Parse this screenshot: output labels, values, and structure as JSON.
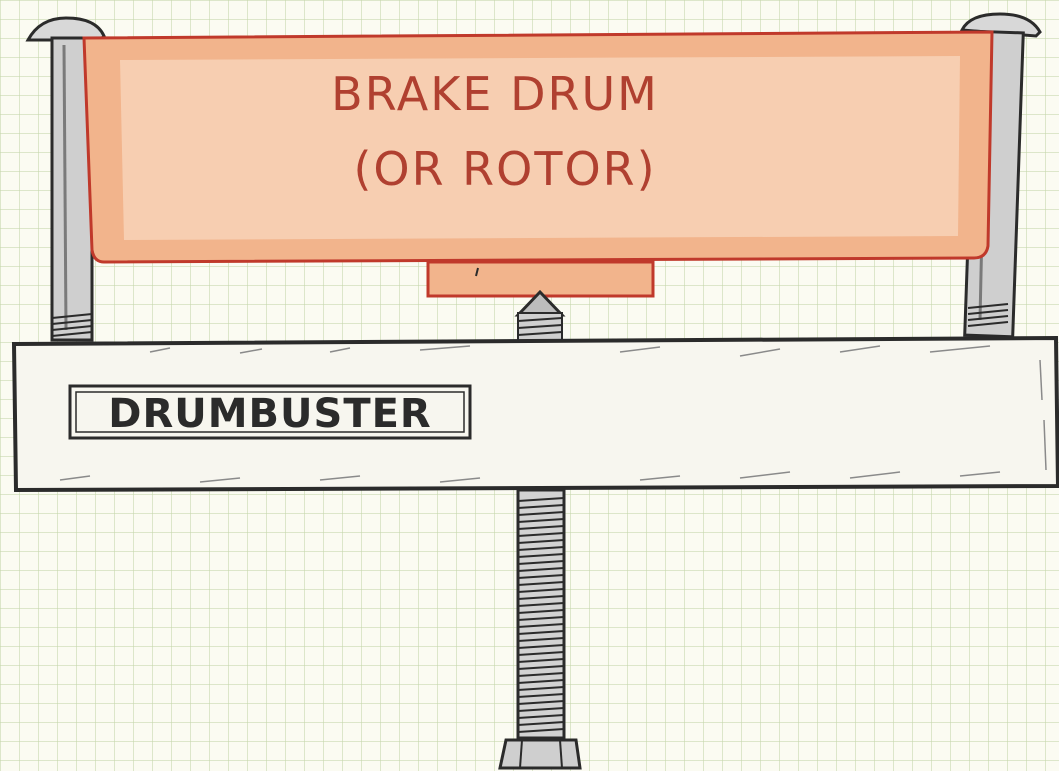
{
  "diagram": {
    "drum_label_line1": "BRAKE DRUM",
    "drum_label_line2": "(OR ROTOR)",
    "tool_label": "DRUMBUSTER"
  },
  "colors": {
    "drum_fill": "#f2b48c",
    "drum_outline": "#c0392b",
    "drum_text": "#b04030",
    "ink": "#2b2b2b",
    "bolt_fill": "#cfcfcf",
    "bar_fill": "#f7f6ef"
  }
}
